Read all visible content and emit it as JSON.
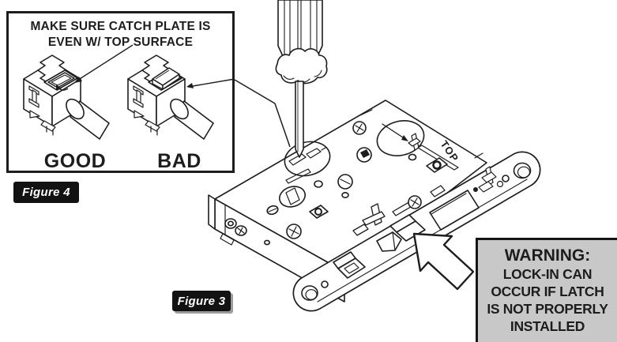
{
  "callout": {
    "title_line1": "MAKE SURE CATCH PLATE IS",
    "title_line2": "EVEN W/ TOP SURFACE",
    "good_label": "GOOD",
    "bad_label": "BAD"
  },
  "badges": {
    "figure4": "Figure 4",
    "figure3": "Figure 3"
  },
  "lock": {
    "top_label": "TOP"
  },
  "warning": {
    "line1": "WARNING:",
    "line2": "LOCK-IN CAN",
    "line3": "OCCUR IF LATCH",
    "line4": "IS NOT PROPERLY",
    "line5": "INSTALLED"
  },
  "colors": {
    "line_art": "#1d1d1d",
    "warning_bg": "#c8c8c8",
    "badge_bg": "#121212",
    "badge_text": "#ffffff",
    "background": "#ffffff"
  }
}
